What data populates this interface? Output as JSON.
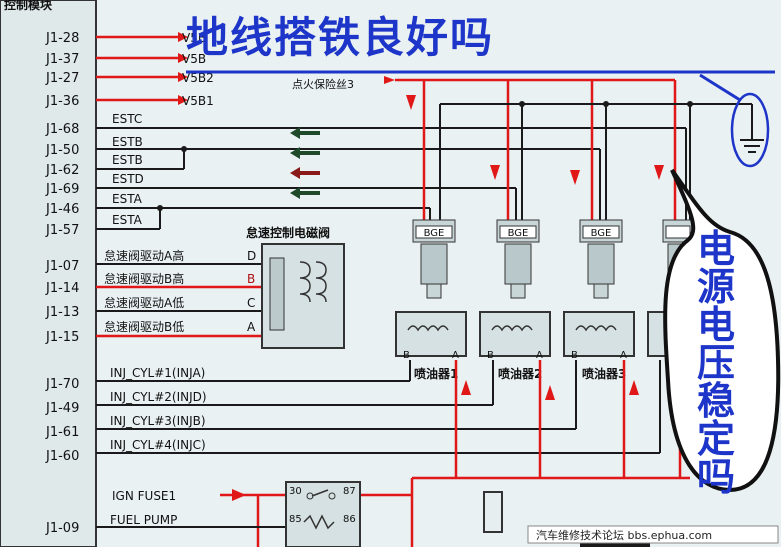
{
  "header": {
    "module_title": "控制模块"
  },
  "pins": [
    {
      "id": "J1-28",
      "signal": "V5B"
    },
    {
      "id": "J1-37",
      "signal": "V5B"
    },
    {
      "id": "J1-27",
      "signal": "V5B2"
    },
    {
      "id": "J1-36",
      "signal": "V5B1"
    },
    {
      "id": "J1-68",
      "signal": "ESTC"
    },
    {
      "id": "J1-50",
      "signal": "ESTB"
    },
    {
      "id": "J1-62",
      "signal": "ESTB"
    },
    {
      "id": "J1-69",
      "signal": "ESTD"
    },
    {
      "id": "J1-46",
      "signal": "ESTA"
    },
    {
      "id": "J1-57",
      "signal": "ESTA"
    },
    {
      "id": "J1-07",
      "signal": "怠速阀驱动A高"
    },
    {
      "id": "J1-14",
      "signal": "怠速阀驱动B高"
    },
    {
      "id": "J1-13",
      "signal": "怠速阀驱动A低"
    },
    {
      "id": "J1-15",
      "signal": "怠速阀驱动B低"
    },
    {
      "id": "J1-70",
      "signal": "INJ_CYL#1(INJA)"
    },
    {
      "id": "J1-49",
      "signal": "INJ_CYL#2(INJD)"
    },
    {
      "id": "J1-61",
      "signal": "INJ_CYL#3(INJB)"
    },
    {
      "id": "J1-60",
      "signal": "INJ_CYL#4(INJC)"
    },
    {
      "id": "J1-09",
      "signal": "FUEL PUMP"
    }
  ],
  "labels": {
    "ignition_fuse": "点火保险丝3",
    "idle_valve_title": "怠速控制电磁阀",
    "idle_pins": [
      "D",
      "B",
      "C",
      "A"
    ],
    "coil_label": "BGE",
    "ign_fuse1": "IGN FUSE1",
    "relay_pin_30": "30",
    "relay_pin_87": "87",
    "relay_pin_85": "85",
    "relay_pin_86": "86",
    "injector_pin_b": "B",
    "injector_pin_a": "A",
    "injectors": [
      "喷油器1",
      "喷油器2",
      "喷油器3"
    ]
  },
  "annotations": {
    "ground_question": "地线搭铁良好吗",
    "voltage_question": "电源电压稳定吗"
  },
  "watermark": "汽车维修技术论坛 bbs.ephua.com",
  "colors": {
    "wire_red": "#e01818",
    "wire_dark": "#1a1a1a",
    "annotation_blue": "#1d35c8",
    "background": "#e9f1f2"
  }
}
